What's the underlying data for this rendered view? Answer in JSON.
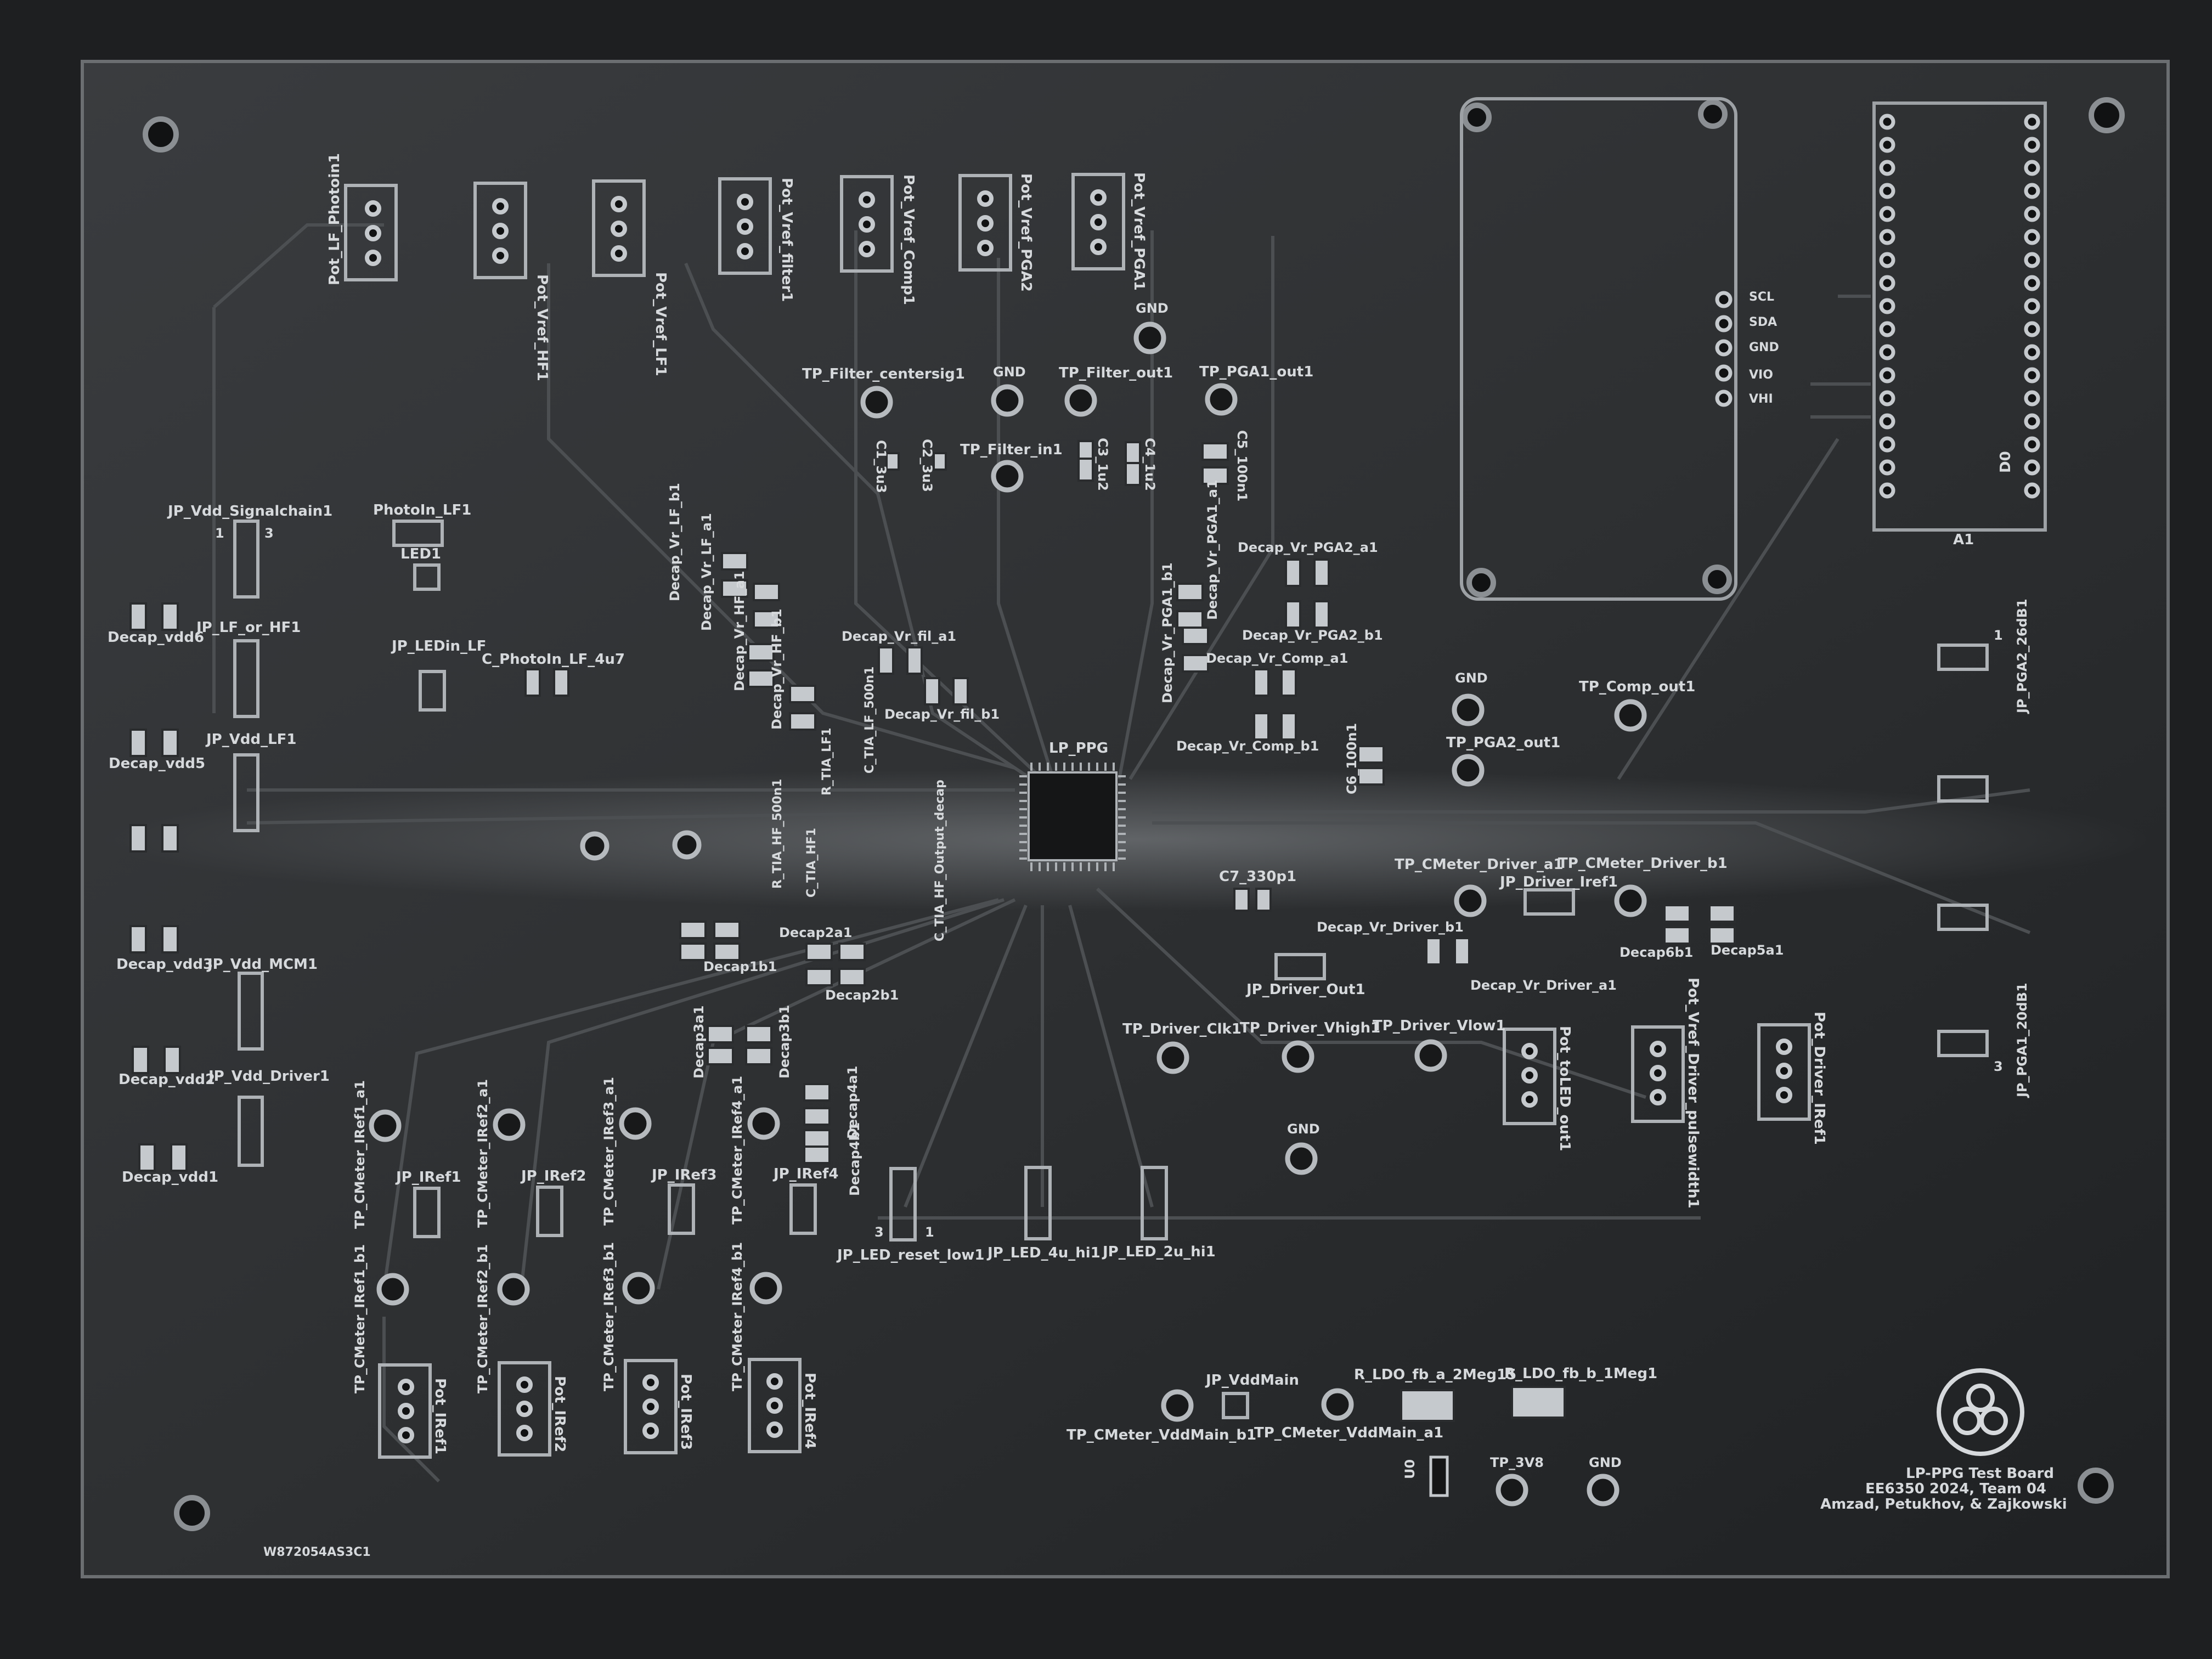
{
  "board": {
    "title": "LP-PPG Test Board",
    "course": "EE6350 2024, Team 04",
    "authors": "Amzad, Petukhov, & Zajkowski",
    "serial": "W872054AS3C1",
    "chip": "LP_PPG"
  },
  "pots_top": [
    "Pot_LF_Photoin1",
    "Pot_Vref_HF1",
    "Pot_Vref_LF1",
    "Pot_Vref_filter1",
    "Pot_Vref_Comp1",
    "Pot_Vref_PGA2",
    "Pot_Vref_PGA1"
  ],
  "pots_bottom": [
    "Pot_IRef1",
    "Pot_IRef2",
    "Pot_IRef3",
    "Pot_IRef4"
  ],
  "pots_right": [
    "Pot_toLED_out1",
    "Pot_Vref_Driver_pulsewidth1",
    "Pot_Driver_IRef1"
  ],
  "testpoints": {
    "filter_centersig": "TP_Filter_centersig1",
    "filter_out": "TP_Filter_out1",
    "filter_in": "TP_Filter_in1",
    "pga1_out": "TP_PGA1_out1",
    "pga2_out": "TP_PGA2_out1",
    "comp_out": "TP_Comp_out1",
    "cmeter_driver_a": "TP_CMeter_Driver_a1",
    "cmeter_driver_b": "TP_CMeter_Driver_b1",
    "driver_clk": "TP_Driver_Clk1",
    "driver_vhigh": "TP_Driver_Vhigh1",
    "driver_vlow": "TP_Driver_Vlow1",
    "cmeter_vddmain_a": "TP_CMeter_VddMain_a1",
    "cmeter_vddmain_b": "TP_CMeter_VddMain_b1",
    "tp_3v8": "TP_3V8",
    "gnd": "GND",
    "cmeter_iref": [
      "TP_CMeter_IRef1_a1",
      "TP_CMeter_IRef2_a1",
      "TP_CMeter_IRef3_a1",
      "TP_CMeter_IRef4_a1",
      "TP_CMeter_IRef1_b1",
      "TP_CMeter_IRef2_b1",
      "TP_CMeter_IRef3_b1",
      "TP_CMeter_IRef4_b1"
    ]
  },
  "jumpers_left": [
    "JP_Vdd_Signalchain1",
    "JP_LF_or_HF1",
    "JP_Vdd_LF1",
    "JP_Vdd_MCM1",
    "JP_Vdd_Driver1"
  ],
  "jumpers_iref": [
    "JP_IRef1",
    "JP_IRef2",
    "JP_IRef3",
    "JP_IRef4"
  ],
  "jumpers_led": [
    "JP_LED_reset_low1",
    "JP_LED_4u_hi1",
    "JP_LED_2u_hi1"
  ],
  "jumpers_pga": [
    "JP_PGA2_26dB1",
    "JP_PGA1_20dB1"
  ],
  "other_labels": {
    "photoin_lf": "PhotoIn_LF1",
    "led": "LED1",
    "jp_ledin_lf": "JP_LEDin_LF",
    "c_photoin": "C_PhotoIn_LF_4u7",
    "jp_driver_out": "JP_Driver_Out1",
    "jp_driver_iref": "JP_Driver_Iref1",
    "jp_vddmain": "JP_VddMain",
    "r_ldo_a": "R_LDO_fb_a_2Meg15",
    "r_ldo_b": "R_LDO_fb_b_1Meg1",
    "u0": "U0",
    "c7": "C7_330p1",
    "c6": "C6_100n1",
    "c5": "C5_100n1",
    "c4": "C4_1u2",
    "c3": "C3_1u2",
    "c2": "C2_3u3",
    "c1": "C1_3u3",
    "module": "A1",
    "d0": "D0",
    "one": "1",
    "three": "3"
  },
  "decaps": [
    "Decap_vdd6",
    "Decap_vdd5",
    "Decap_vdd3",
    "Decap_vdd2",
    "Decap_vdd1",
    "Decap_Vr_LF_b1",
    "Decap_Vr_LF_a1",
    "Decap_Vr_HF_a1",
    "Decap_Vr_HF_b1",
    "Decap_Vr_fil_a1",
    "Decap_Vr_fil_b1",
    "Decap_Vr_PGA2_a1",
    "Decap_Vr_PGA2_b1",
    "Decap_Vr_PGA1_a1",
    "Decap_Vr_PGA1_b1",
    "Decap_Vr_Comp_a1",
    "Decap_Vr_Comp_b1",
    "Decap_Vr_Driver_a1",
    "Decap_Vr_Driver_b1",
    "Decap1b1",
    "Decap2a1",
    "Decap2b1",
    "Decap3a1",
    "Decap3b1",
    "Decap4a1",
    "Decap4b1",
    "Decap5a1",
    "Decap6b1"
  ],
  "small_caps": [
    "C_TIA_LF_500n1",
    "R_TIA_LF1",
    "R_TIA_HF_500n1",
    "C_TIA_HF1",
    "C_TIA_HF_Output_decap"
  ],
  "header_pins": [
    "SCL",
    "SDA",
    "GND",
    "VIO",
    "VHI"
  ],
  "colors": {
    "board": "#303234",
    "board_dark": "#242628",
    "silk": "#d6d9dc",
    "trace": "#4a4d50",
    "background": "#1e1f21"
  }
}
